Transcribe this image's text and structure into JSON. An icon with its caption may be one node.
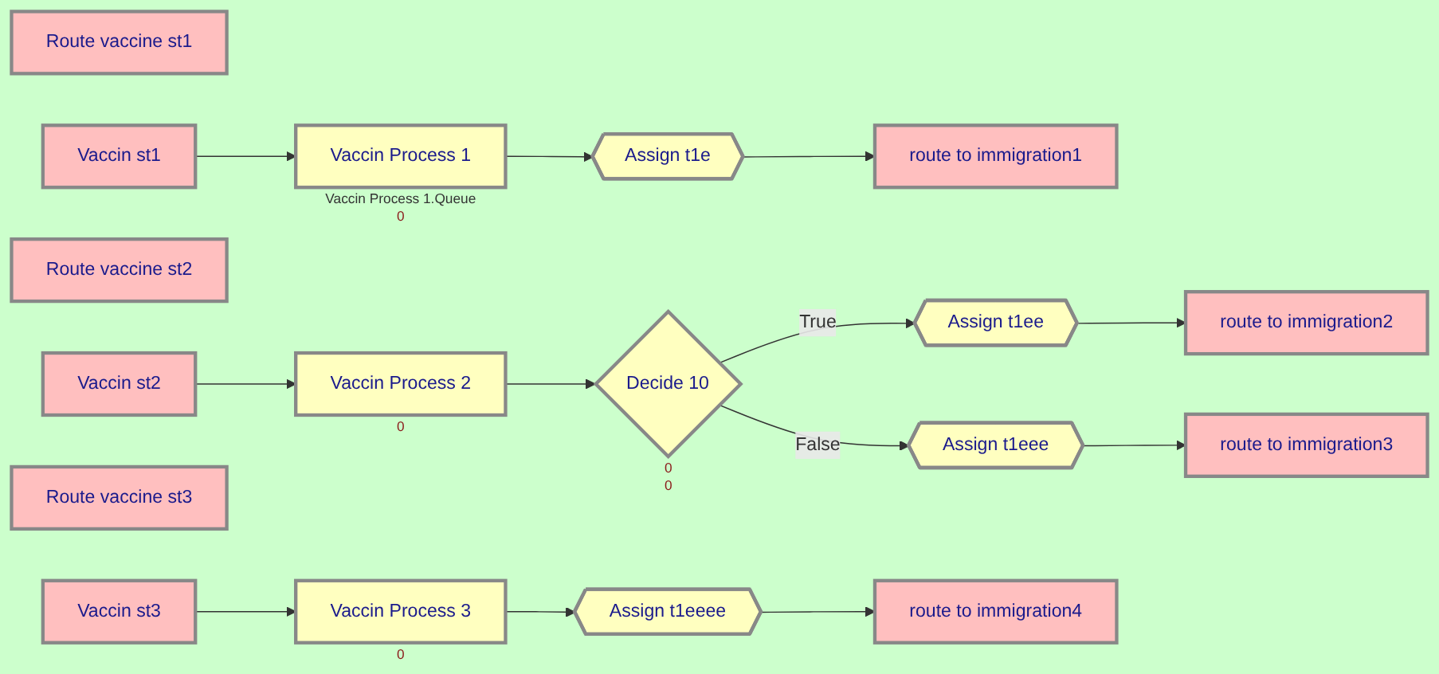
{
  "diagram": {
    "nodes": [
      {
        "text": [
          "Route vaccine st1"
        ]
      },
      {
        "text": [
          "Vaccin st1"
        ]
      },
      {
        "text": [
          "Vaccin Process 1"
        ],
        "beside": [
          "Vaccin Process 1.Queue",
          "0"
        ]
      },
      {
        "text": [
          "Assign t1e"
        ]
      },
      {
        "text": [
          "route to immigration1"
        ]
      },
      {
        "text": [
          "Route vaccine st2"
        ]
      },
      {
        "text": [
          "Vaccin st2"
        ]
      },
      {
        "text": [
          "Vaccin Process 2"
        ],
        "beside": [
          "0"
        ]
      },
      {
        "text": [
          "Decide 10"
        ],
        "beside": [
          "0",
          "0"
        ]
      },
      {
        "text": [
          "Assign t1ee"
        ]
      },
      {
        "text": [
          "route to immigration2"
        ]
      },
      {
        "text": [
          "Assign t1eee"
        ]
      },
      {
        "text": [
          "route to immigration3"
        ]
      },
      {
        "text": [
          "Route vaccine st3"
        ]
      },
      {
        "text": [
          "Vaccin st3"
        ]
      },
      {
        "text": [
          "Vaccin Process 3"
        ],
        "beside": [
          "0"
        ]
      },
      {
        "text": [
          "Assign t1eeee"
        ]
      },
      {
        "text": [
          "route to immigration4"
        ]
      }
    ],
    "edges": [
      {
        "from": 1,
        "to": 2,
        "arrow": "to"
      },
      {
        "from": 2,
        "to": 3,
        "arrow": "to"
      },
      {
        "from": 3,
        "to": 4,
        "arrow": "to"
      },
      {
        "from": 6,
        "to": 7,
        "arrow": "to"
      },
      {
        "from": 7,
        "to": 8,
        "arrow": "to"
      },
      {
        "from": 8,
        "to": 9,
        "label": "True",
        "arrow": "to"
      },
      {
        "from": 9,
        "to": 10,
        "arrow": "to"
      },
      {
        "from": 8,
        "to": 11,
        "label": "False",
        "arrow": "to"
      },
      {
        "from": 11,
        "to": 12,
        "arrow": "to"
      },
      {
        "from": 14,
        "to": 15,
        "arrow": "to"
      },
      {
        "from": 15,
        "to": 16,
        "arrow": "to"
      },
      {
        "from": 16,
        "to": 17,
        "arrow": "to"
      }
    ]
  }
}
